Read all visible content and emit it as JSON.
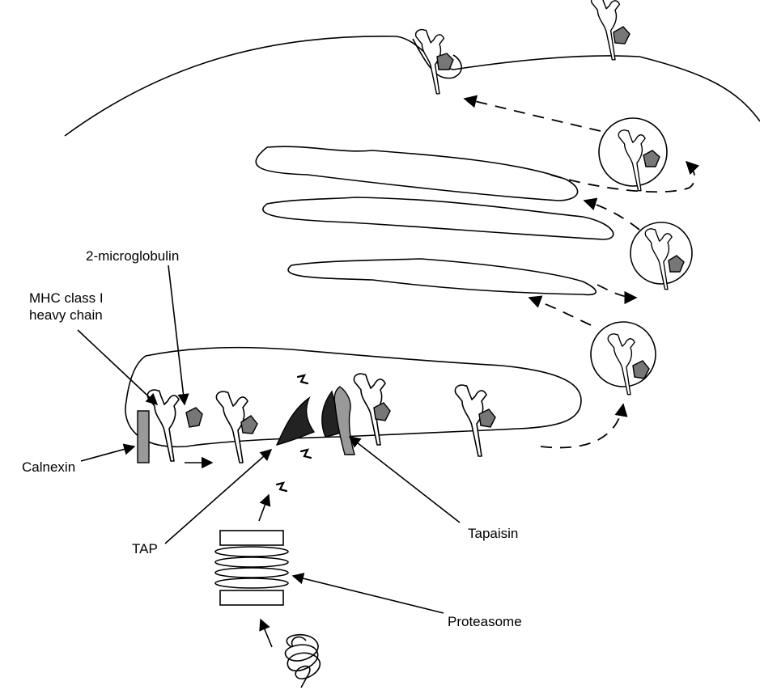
{
  "labels": {
    "b2m": "2-microglobulin",
    "mhc_line1": "MHC class I",
    "mhc_line2": "heavy chain",
    "calnexin": "Calnexin",
    "tap": "TAP",
    "tapasin": "Tapaisin",
    "proteasome": "Proteasome"
  },
  "colors": {
    "b2m_fill": "#777777",
    "tap_fill": "#222222",
    "tapasin_fill": "#999999",
    "calnexin_fill": "#999999",
    "line": "#000000"
  }
}
